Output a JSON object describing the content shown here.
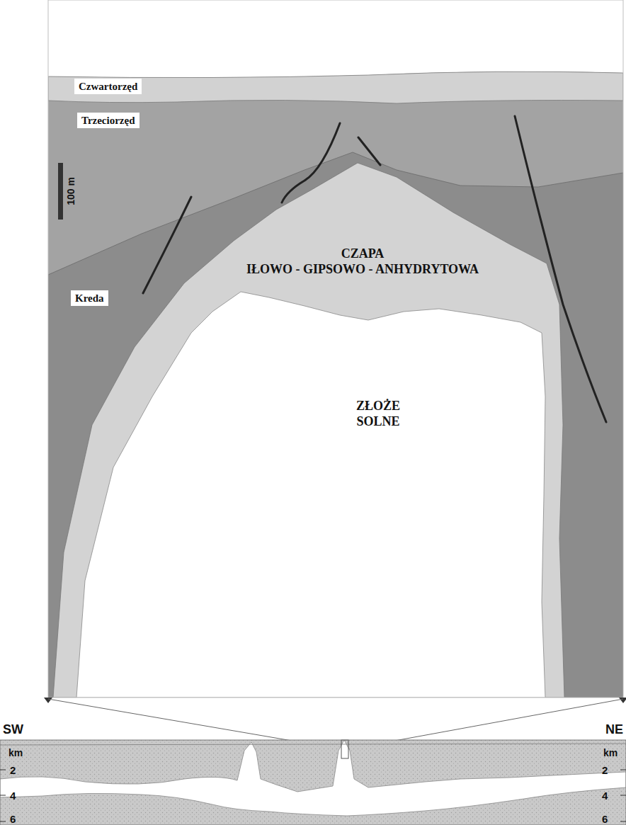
{
  "diagram": {
    "nodes": [
      {
        "text": [
          "Czwartorzęd"
        ]
      },
      {
        "text": [
          "Trzeciorzęd"
        ]
      },
      {
        "text": [
          "Kreda"
        ]
      },
      {
        "text": [
          "CZAPA",
          "IŁOWO - GIPSOWO - ANHYDRYTOWA"
        ]
      },
      {
        "text": [
          "ZŁOŻE SOLNE"
        ]
      }
    ],
    "labels": [
      "100 m",
      "SW",
      "NE",
      "km",
      "2",
      "4",
      "6",
      "km",
      "2",
      "4",
      "6"
    ]
  }
}
